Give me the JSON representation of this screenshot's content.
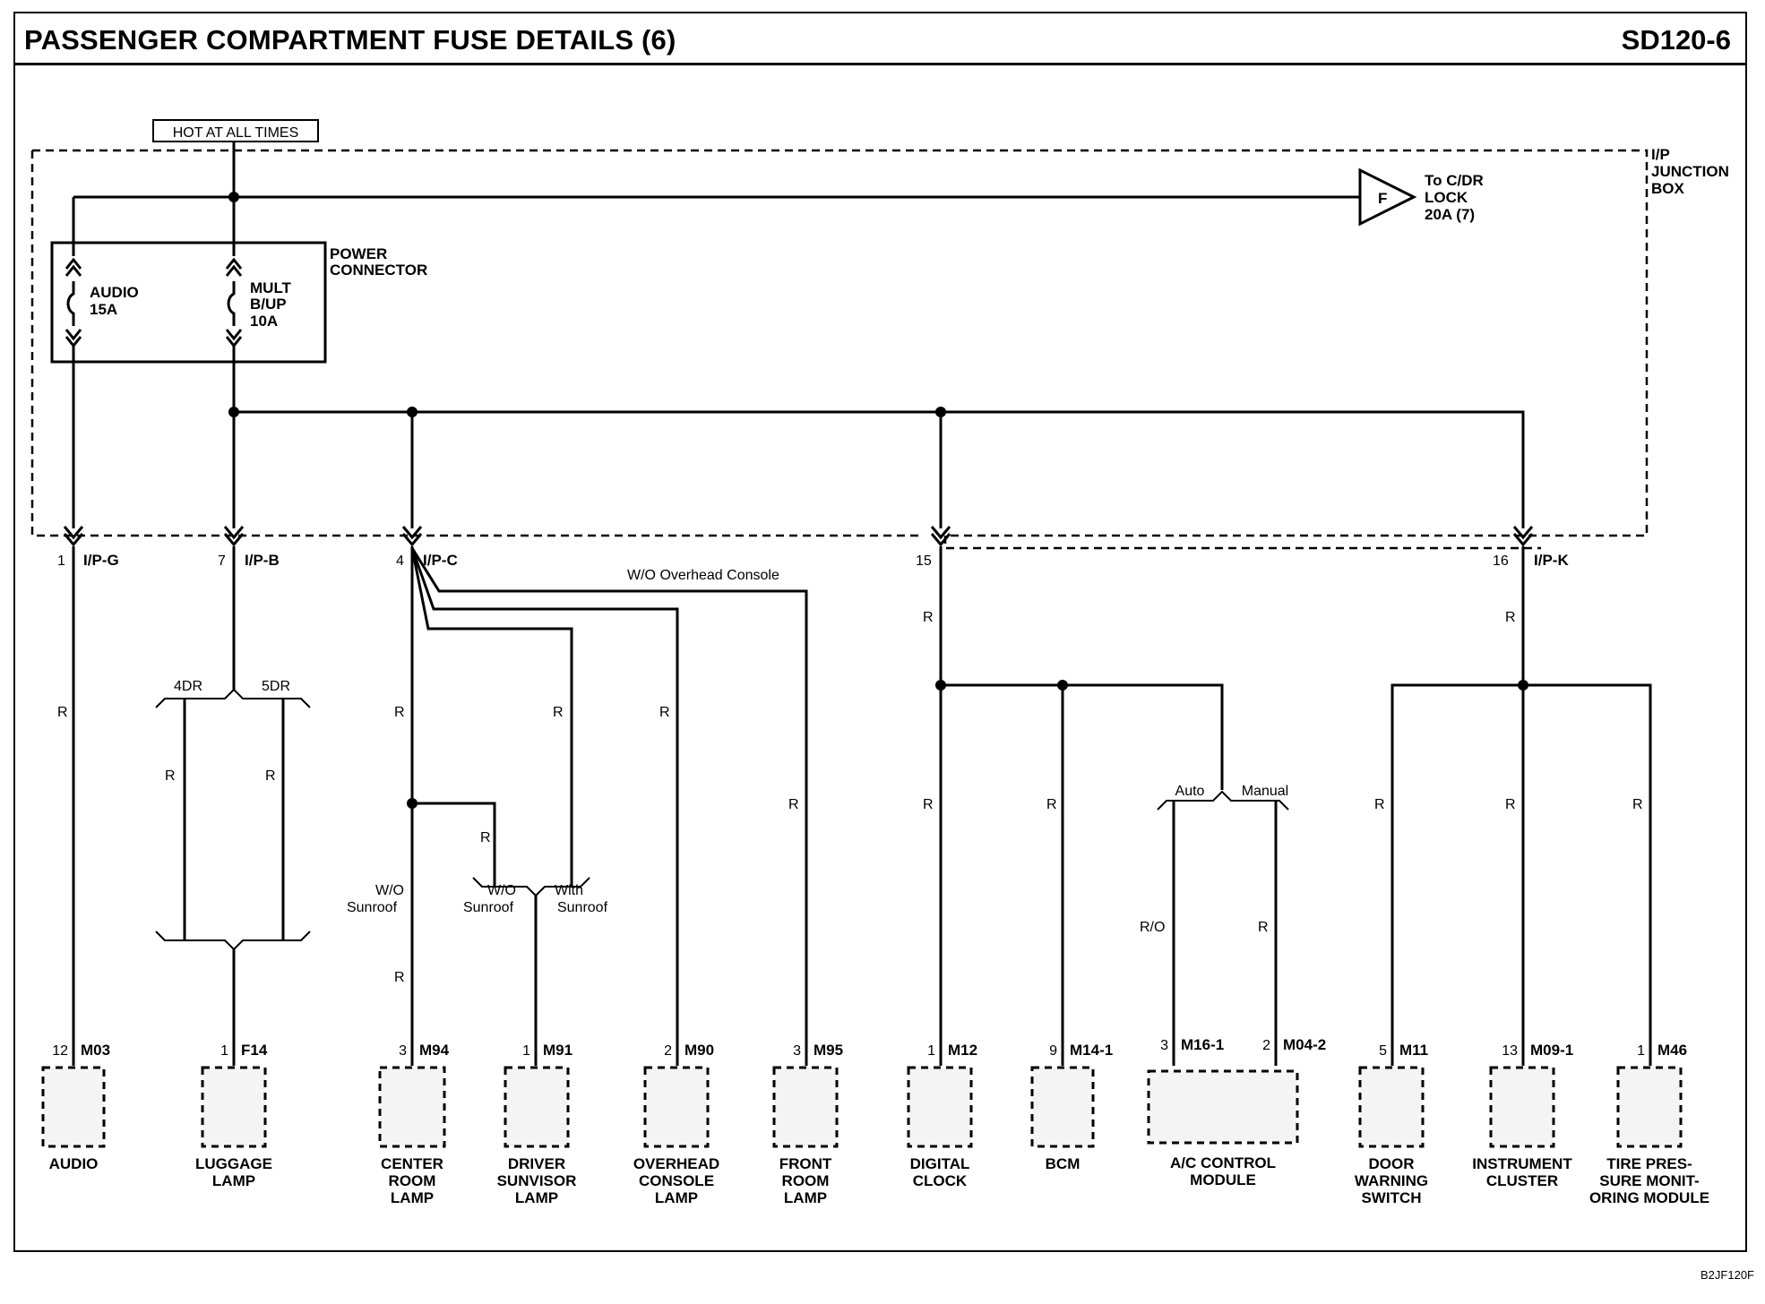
{
  "header": {
    "title": "PASSENGER COMPARTMENT FUSE DETAILS (6)",
    "code": "SD120-6"
  },
  "source_label": "HOT AT ALL TIMES",
  "junction_box": {
    "line1": "I/P",
    "line2": "JUNCTION",
    "line3": "BOX"
  },
  "power_connector": {
    "line1": "POWER",
    "line2": "CONNECTOR"
  },
  "fuses": [
    {
      "line1": "AUDIO",
      "line2": "15A"
    },
    {
      "line1": "MULT",
      "line2": "B/UP",
      "line3": "10A"
    }
  ],
  "cdr_lock": {
    "connector": "F",
    "line1": "To C/DR",
    "line2": "LOCK",
    "line3": "20A (7)"
  },
  "terminals": [
    {
      "pin": "1",
      "name": "I/P-G"
    },
    {
      "pin": "7",
      "name": "I/P-B"
    },
    {
      "pin": "4",
      "name": "I/P-C"
    },
    {
      "pin": "15",
      "name": ""
    },
    {
      "pin": "16",
      "name": "I/P-K"
    }
  ],
  "wire_color": "R",
  "wire_color_ro": "R/O",
  "branch_labels": {
    "overhead": "W/O Overhead Console",
    "dr4": "4DR",
    "dr5": "5DR",
    "auto": "Auto",
    "manual": "Manual",
    "wo": "W/O",
    "with": "With",
    "sunroof": "Sunroof"
  },
  "components": [
    {
      "pin": "12",
      "conn": "M03",
      "name": [
        "AUDIO"
      ]
    },
    {
      "pin": "1",
      "conn": "F14",
      "name": [
        "LUGGAGE",
        "LAMP"
      ]
    },
    {
      "pin": "3",
      "conn": "M94",
      "name": [
        "CENTER",
        "ROOM",
        "LAMP"
      ]
    },
    {
      "pin": "1",
      "conn": "M91",
      "name": [
        "DRIVER",
        "SUNVISOR",
        "LAMP"
      ]
    },
    {
      "pin": "2",
      "conn": "M90",
      "name": [
        "OVERHEAD",
        "CONSOLE",
        "LAMP"
      ]
    },
    {
      "pin": "3",
      "conn": "M95",
      "name": [
        "FRONT",
        "ROOM",
        "LAMP"
      ]
    },
    {
      "pin": "1",
      "conn": "M12",
      "name": [
        "DIGITAL",
        "CLOCK"
      ]
    },
    {
      "pin": "9",
      "conn": "M14-1",
      "name": [
        "BCM"
      ]
    },
    {
      "pin": "3",
      "conn": "M16-1",
      "pin2": "2",
      "conn2": "M04-2",
      "name": [
        "A/C CONTROL",
        "MODULE"
      ]
    },
    {
      "pin": "5",
      "conn": "M11",
      "name": [
        "DOOR",
        "WARNING",
        "SWITCH"
      ]
    },
    {
      "pin": "13",
      "conn": "M09-1",
      "name": [
        "INSTRUMENT",
        "CLUSTER"
      ]
    },
    {
      "pin": "1",
      "conn": "M46",
      "name": [
        "TIRE PRES-",
        "SURE MONIT-",
        "ORING MODULE"
      ]
    }
  ],
  "doc_id": "B2JF120F"
}
